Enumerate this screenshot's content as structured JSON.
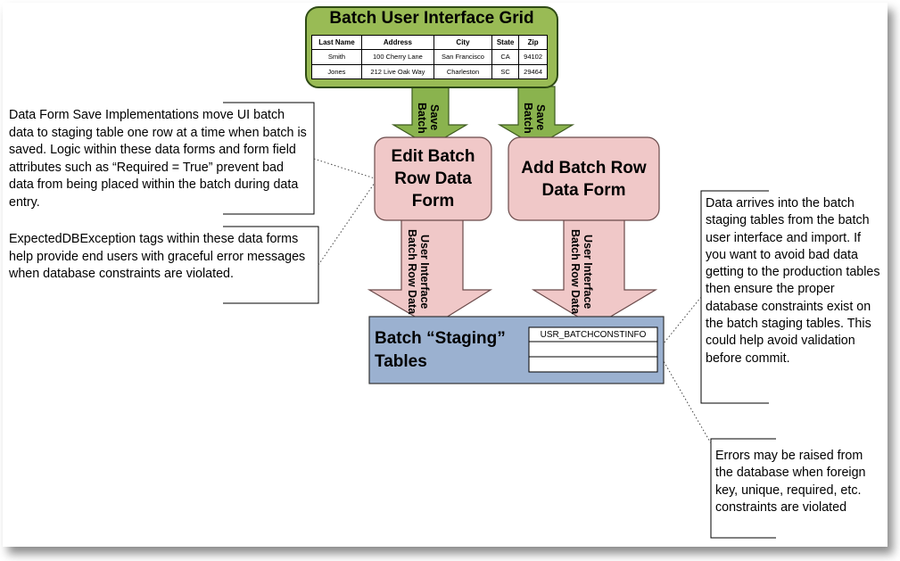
{
  "grid": {
    "title": "Batch User Interface Grid",
    "headers": [
      "Last Name",
      "Address",
      "City",
      "State",
      "Zip"
    ],
    "rows": [
      [
        "Smith",
        "100 Cherry Lane",
        "San Francisco",
        "CA",
        "94102"
      ],
      [
        "Jones",
        "212 Live Oak Way",
        "Charleston",
        "SC",
        "29464"
      ]
    ]
  },
  "arrows": {
    "save_batch_left": "Save Batch",
    "save_batch_right": "Save Batch",
    "ui_data_left": "User Interface Batch Row Data",
    "ui_data_right": "User Interface Batch Row Data"
  },
  "forms": {
    "edit": "Edit Batch Row Data Form",
    "add": "Add Batch Row Data Form"
  },
  "staging": {
    "label": "Batch “Staging” Tables",
    "table_name": "USR_BATCHCONSTINFO"
  },
  "callouts": {
    "save_impl": "Data Form Save Implementations move UI batch data to staging table one row at a time when batch is saved.  Logic within these data forms and form field attributes such as “Required = True” prevent bad data from being placed within the batch during data entry.",
    "expected_exception": "ExpectedDBException tags within these data forms help provide end users with graceful error messages when database constraints are violated.",
    "data_arrives": "Data arrives into the batch staging tables from the batch user interface and import.  If you want to avoid bad data getting to the production tables then ensure the proper database constraints exist on the batch staging tables.  This could help avoid validation before commit.",
    "errors": "Errors may be raised from the database when foreign key, unique, required, etc. constraints are violated"
  },
  "colors": {
    "grid_fill": "#99bb55",
    "arrow_green": "#8ab34e",
    "form_fill": "#f0c8c8",
    "arrow_pink": "#f0c8c8",
    "staging_fill": "#9bb1d0"
  }
}
